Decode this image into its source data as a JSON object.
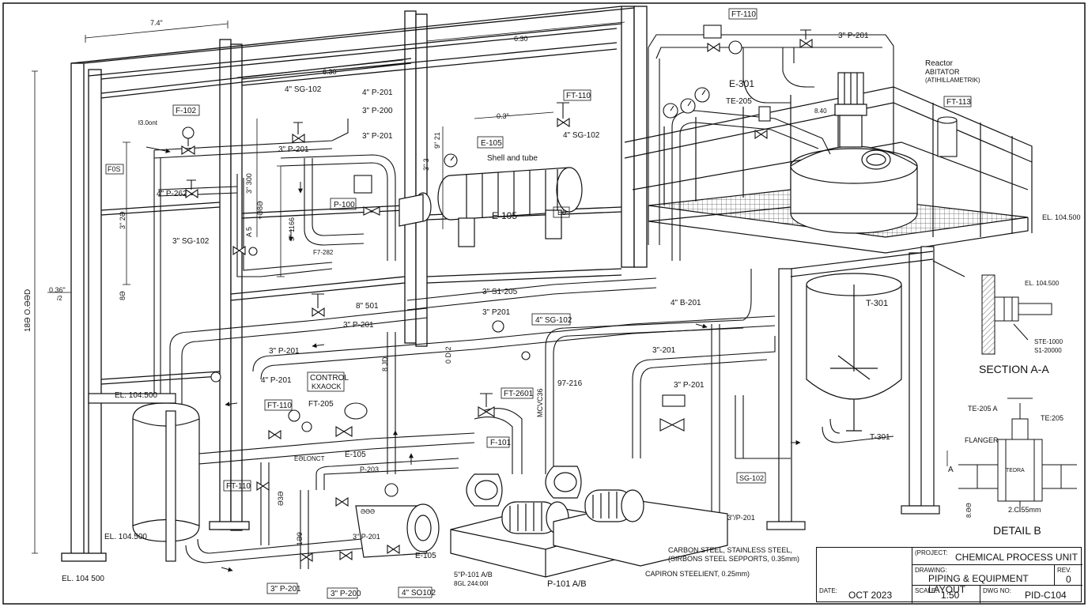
{
  "drawing": {
    "dimensions": {
      "top_width": "7.4\"",
      "top_span": "6.30",
      "mid_span": "6.30",
      "left_height": "18Ə O.ƏƏD",
      "left_small": "0.36\"",
      "left_small_sub": "/2",
      "height_1": "3\" 1166",
      "height_2": "3\" 300",
      "height_3": "+Ə8Ə",
      "height_4": "A 5",
      "e105_width": "0.3\"",
      "e105_height": "9\" 21",
      "e105_v2": "3\" 3",
      "center_v1": "8 JD",
      "center_v2": "0 D 2",
      "left_v1": "3\" 2Ə",
      "left_v2": "8Ə",
      "left_v3": "Ə3Ə",
      "left_v4": "1Ə9",
      "right_note": "8.40"
    },
    "elevations": {
      "el_104_500_right": "EL. 104.500",
      "el_104_500_left": "EL. 104.500",
      "el_104_500_bottom": "EL. 104.500",
      "el_104_500_base": "EL. 104 500"
    },
    "labels": {
      "f102": "F-102",
      "f102_note": "ƚ3.0ont",
      "f0s": "F0S",
      "p262": "4\" P-262",
      "sg102_left": "3\" SG-102",
      "sg102_top": "4\" SG-102",
      "p201_top": "4\" P-201",
      "p200": "3\" P-200",
      "p201_a": "3\" P-201",
      "p201_b": "3\" P-201",
      "p100": "P-100",
      "f7_282": "F7-282",
      "ft110_mid": "FT-110",
      "sg102_mid": "4\" SG-102",
      "e105_tag": "E-105",
      "shell_tube": "Shell and tube",
      "e105_main": "E-105",
      "e8": "E8",
      "ft110_top": "FT-110",
      "p201_far": "3\" P-201",
      "e301": "E-301",
      "te205_top": "TE-205",
      "reactor": "Reactor",
      "agitator": "ABITATOR",
      "agitator_sub": "(ATIHILLAMETRIK)",
      "ft113": "FT-113",
      "t301_top": "T-301",
      "s501": "8\" 501",
      "p201_c": "3\" P-201",
      "s201": "3\" S1-205",
      "p201_d": "3\" P201",
      "b201": "4\" B-201",
      "sg102_c": "4\" SG-102",
      "p201_e": "3\" P-201",
      "dash201": "3\"-201",
      "p201_left": "4\" P-201",
      "control": "CONTROL",
      "control_sub": "KXAOCK",
      "ft110_low": "FT-110",
      "ft205": "FT-205",
      "e105_low": "E-105",
      "ft2601": "FT-2601",
      "mcvc": "MCVC36",
      "s216": "97-216",
      "p201_valve": "3\" P-201",
      "f101": "F-101",
      "t301_low": "T-301",
      "sg102_low": "SG-102",
      "p201_low": "3\"/P-201",
      "ft110_left": "FT-110",
      "p203": "P-203",
      "pump_note": "EƏLONCT",
      "pump_note2": "ƏƏƏ",
      "e105_bottom": "E-105",
      "p201_bl": "3\" P-201",
      "p200_b": "3\" P-200",
      "s0102": "4\" SO102",
      "p201_ab": "5\"P-101 A/B",
      "bgl": "8GL 244:00l",
      "p101ab": "P-101 A/B",
      "p201_mid_low": "3\" P-201",
      "material_1": "CARBON STEEL, STAINLESS STEEL,",
      "material_2": "(SIRBONS STEEL SEPPORTS, 0.35mm)",
      "material_3": "CAPIRON STEELIENT, 0.25mm)",
      "section_a": "SECTION A-A",
      "el_section": "EL. 104.500",
      "ste_1000": "STE-1000",
      "s1_20000": "S1-20000",
      "te205a": "TE-205 A",
      "te205b": "TE:205",
      "flanger": "FLANGER",
      "tedra": "TEDRA",
      "c55": "2.C.55mm",
      "detail_b": "DETAIL B",
      "arrow_a": "A",
      "detail_dim": "8.ƏƏ"
    }
  },
  "title_block": {
    "project_label": "(PROJECT:",
    "project_value": "CHEMICAL PROCESS UNIT",
    "drawing_label": "DRAWING:",
    "drawing_value": "PIPING & EQUIPMENT LAYOUT",
    "rev_label": "REV.",
    "rev_value": "0",
    "date_label": "DATE:",
    "date_value": "OCT 2023",
    "scale_label": "SCALE:",
    "scale_value": "1:50",
    "dwg_label": "DWG NO:",
    "dwg_value": "PID-C104"
  }
}
